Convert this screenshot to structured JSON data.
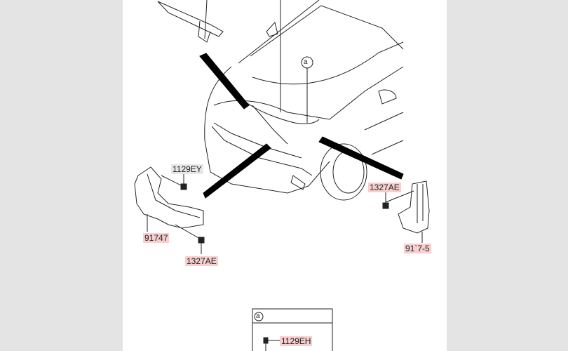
{
  "labels": {
    "screw_top_left": "1129EY",
    "bracket_left": "91747",
    "nut_left": "1327AE",
    "nut_right": "1327AE",
    "bracket_right": "91`7-5",
    "callout_a": "a",
    "detail_callout": "a",
    "detail_screw": "1129EH"
  },
  "colors": {
    "highlight": "#f8cfcf",
    "neutral_label": "#e6e6e6",
    "background": "#e4e4e4"
  }
}
